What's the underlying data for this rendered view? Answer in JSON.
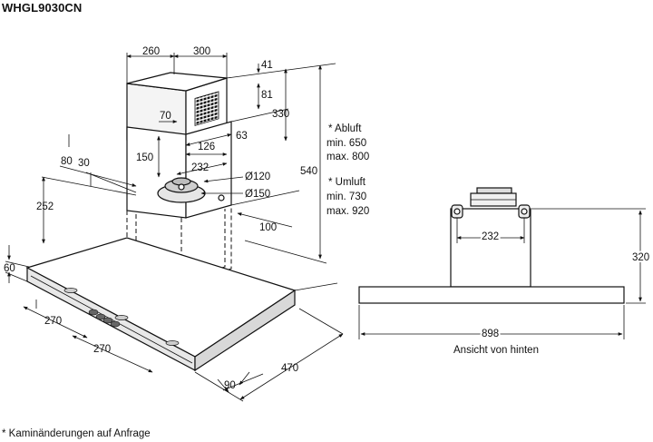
{
  "model": "WHGL9030CN",
  "footnote": "* Kaminänderungen auf Anfrage",
  "front_view": {
    "dims": {
      "d260": "260",
      "d300": "300",
      "d41": "41",
      "d81": "81",
      "d330": "330",
      "d70": "70",
      "d63": "63",
      "d126": "126",
      "d150a": "150",
      "d232": "232",
      "d540": "540",
      "d80": "80",
      "d30": "30",
      "d120": "Ø120",
      "d150b": "Ø150",
      "d252": "252",
      "d100": "100",
      "d60": "60",
      "d270a": "270",
      "d270b": "270",
      "d470": "470",
      "d90": "90"
    },
    "notes": {
      "abluft": "* Abluft",
      "abluft_min": "min. 650",
      "abluft_max": "max. 800",
      "umluft": "* Umluft",
      "umluft_min": "min. 730",
      "umluft_max": "max. 920"
    }
  },
  "rear_view": {
    "dims": {
      "d232": "232",
      "d320": "320",
      "d898": "898"
    },
    "caption": "Ansicht von hinten"
  }
}
